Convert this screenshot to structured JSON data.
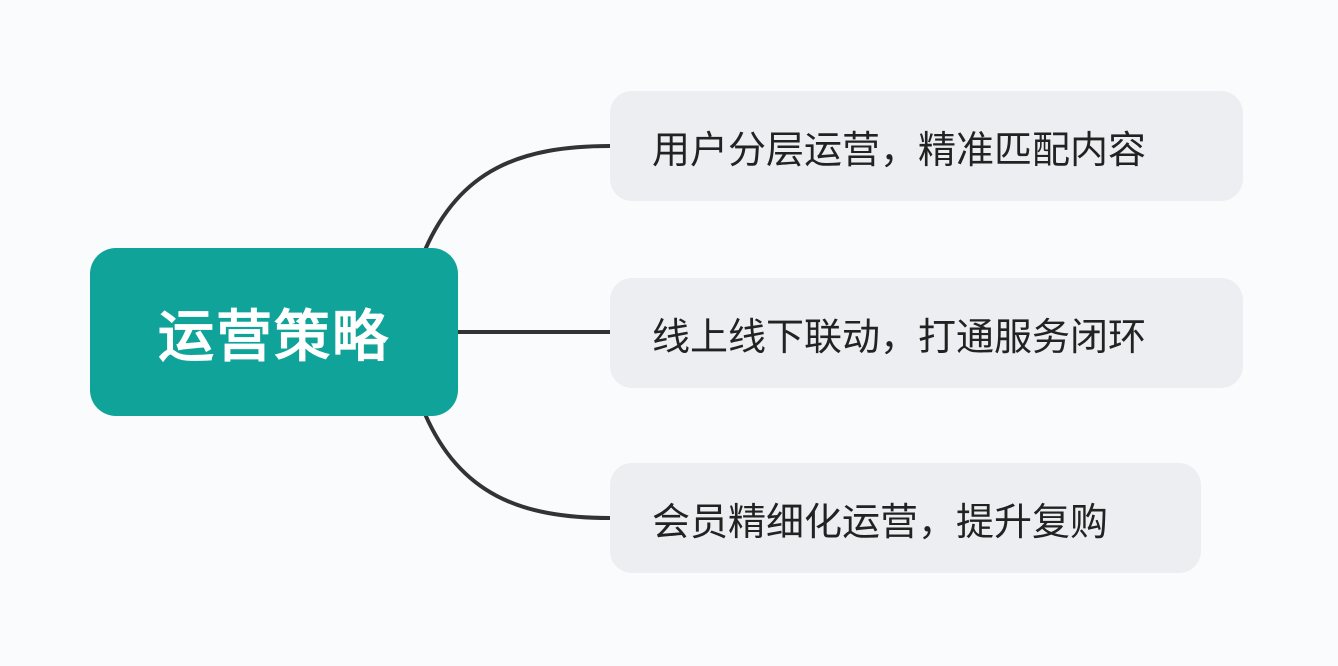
{
  "root": {
    "label": "运营策略"
  },
  "children": [
    {
      "label": "用户分层运营，精准匹配内容"
    },
    {
      "label": "线上线下联动，打通服务闭环"
    },
    {
      "label": "会员精细化运营，提升复购"
    }
  ],
  "colors": {
    "root": "#10a39a",
    "child": "#edeef2",
    "line": "#333333",
    "background": "#fafbfc"
  }
}
